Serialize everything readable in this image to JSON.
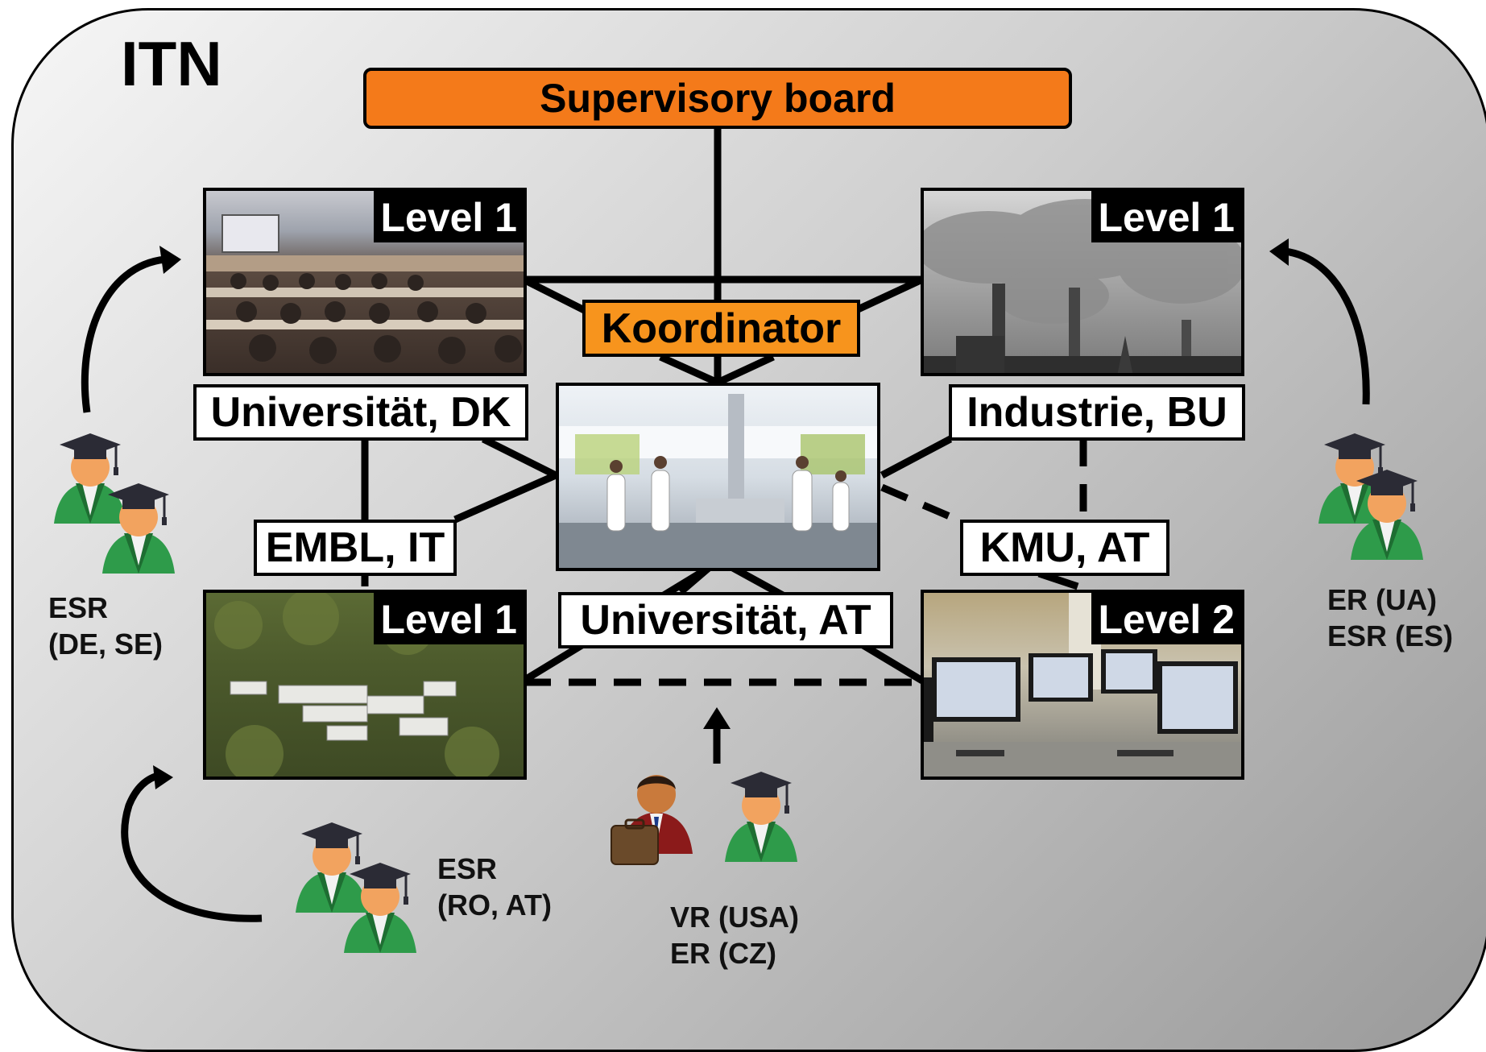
{
  "title": "ITN",
  "supervisory_board": "Supervisory board",
  "coordinator": "Koordinator",
  "nodes": {
    "uni_dk": "Universität, DK",
    "industrie_bu": "Industrie, BU",
    "embl_it": "EMBL, IT",
    "kmu_at": "KMU, AT",
    "uni_at": "Universität, AT"
  },
  "levels": {
    "lecture": "Level 1",
    "industry": "Level 1",
    "campus": "Level 1",
    "computers": "Level 2"
  },
  "researchers": {
    "left_top": "ESR\n(DE, SE)",
    "right": "ER (UA)\nESR (ES)",
    "bottom_left": "ESR\n(RO, AT)",
    "bottom_center": "VR (USA)\nER (CZ)"
  },
  "colors": {
    "board": "#f47a1a",
    "coordinator": "#f7941d",
    "gown": "#2e9b4a"
  }
}
